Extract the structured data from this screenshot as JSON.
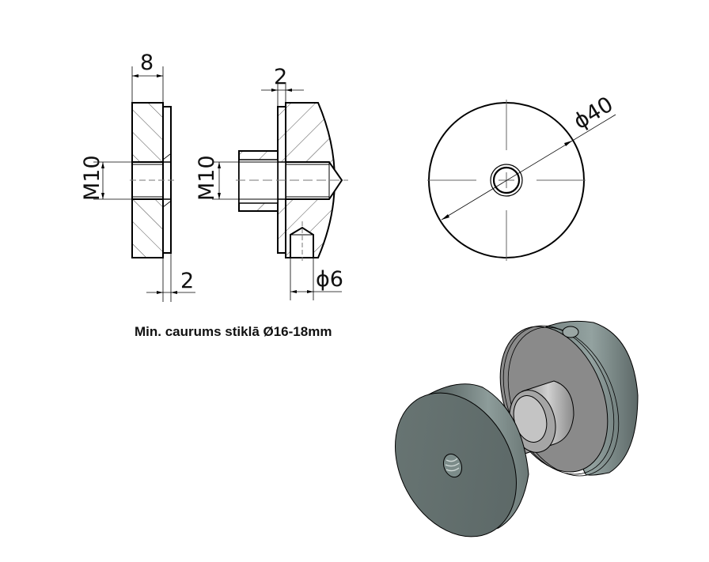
{
  "caption": "Min. caurums stiklā Ø16-18mm",
  "side_view_left": {
    "dim_width": "8",
    "dim_thread": "M10",
    "dim_washer": "2"
  },
  "side_view_right": {
    "dim_washer": "2",
    "dim_thread": "M10",
    "dim_pin_hole": "ϕ6"
  },
  "front_view": {
    "dim_diameter": "ϕ40"
  },
  "iso_view": {
    "label": "3D isometric view of two-part glass fixing",
    "colors": {
      "body": "#7d8b89",
      "body_dark": "#5a6665",
      "face": "#8a8a8a",
      "boss": "#b8b8b8"
    }
  }
}
